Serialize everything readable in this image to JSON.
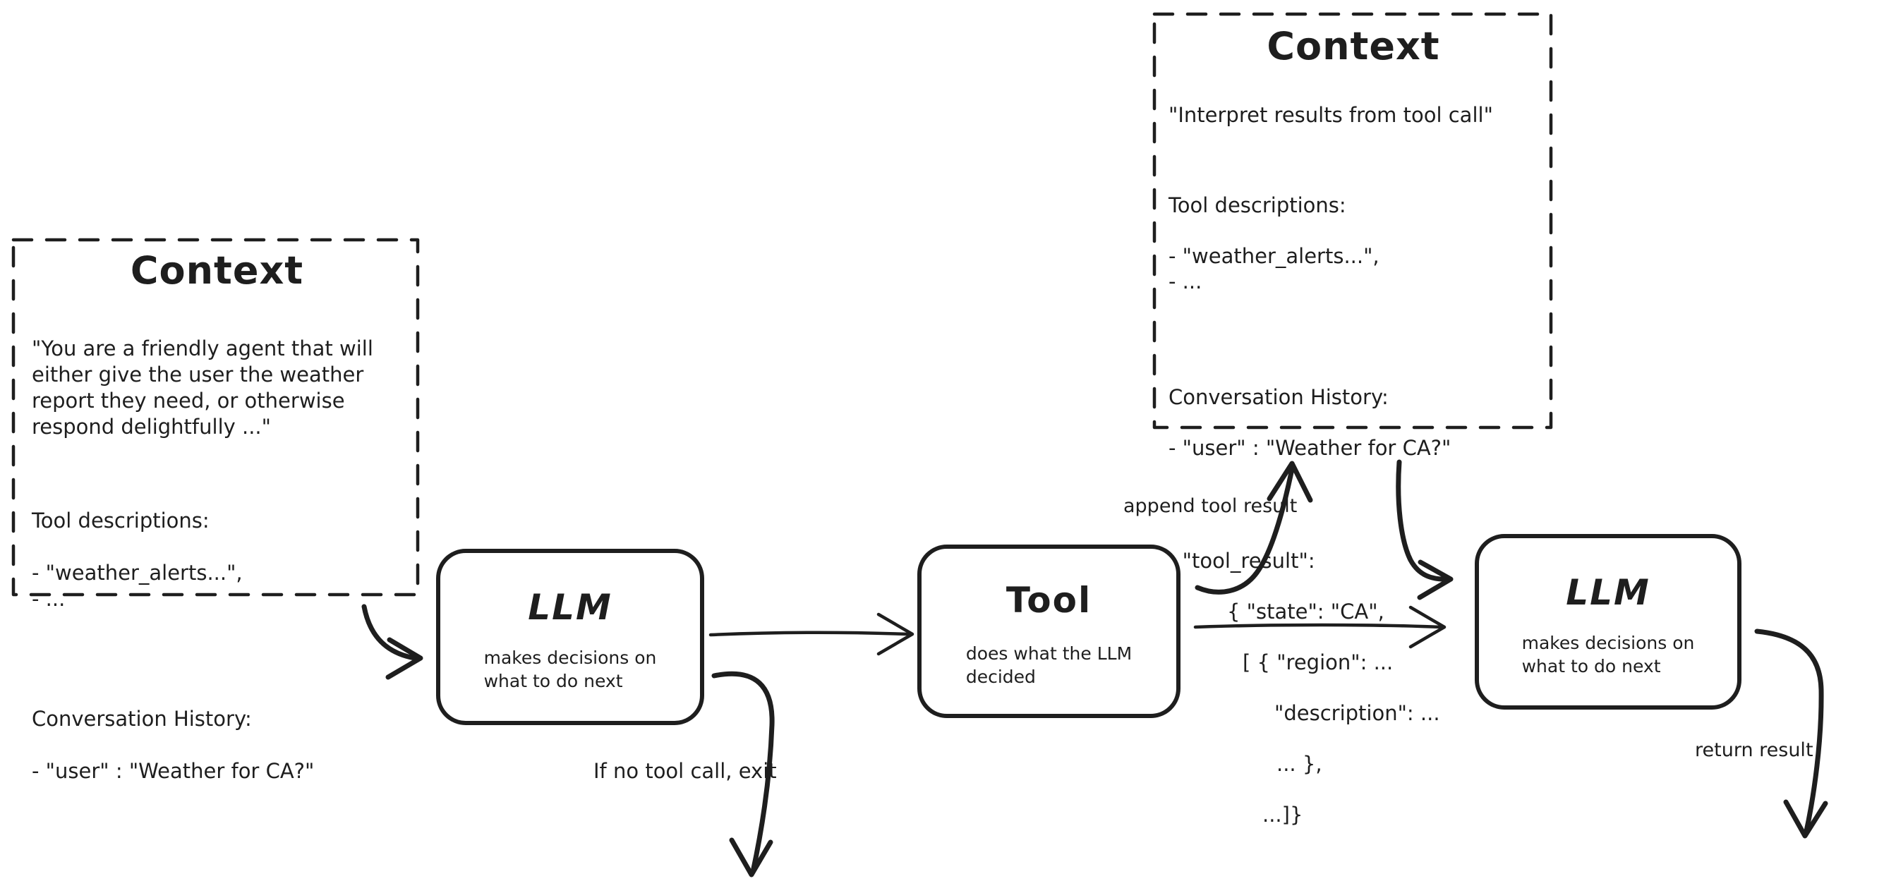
{
  "canvas": {
    "background": "#ffffff",
    "ink": "#1e1e1e"
  },
  "context_left": {
    "title": "Context",
    "system_prompt": "\"You are a friendly agent that will\neither give the user the weather\nreport they need, or otherwise\nrespond delightfully ...\"",
    "tool_desc_heading": "Tool descriptions:",
    "tool_desc_items": [
      "- \"weather_alerts...\",",
      "- ..."
    ],
    "history_heading": "Conversation History:",
    "history_items": [
      "- \"user\" : \"Weather for CA?\""
    ]
  },
  "context_top": {
    "title": "Context",
    "system_prompt": "\"Interpret results from tool call\"",
    "tool_desc_heading": "Tool descriptions:",
    "tool_desc_items": [
      "- \"weather_alerts...\",",
      "- ..."
    ],
    "history_heading": "Conversation History:",
    "history_items": [
      "- \"user\" : \"Weather for CA?\""
    ],
    "tool_result_lines": [
      "- \"tool_result\":",
      "{ \"state\": \"CA\",",
      "[ { \"region\": ...",
      "\"description\": ...",
      "... },",
      "...]}"
    ]
  },
  "nodes": {
    "llm1": {
      "title": "LLM",
      "subtitle": "makes decisions on\nwhat to do next"
    },
    "tool": {
      "title": "Tool",
      "subtitle": "does what the LLM\ndecided"
    },
    "llm2": {
      "title": "LLM",
      "subtitle": "makes decisions on\nwhat to do next"
    }
  },
  "edge_labels": {
    "append_tool_result": "append tool result",
    "if_no_tool_call_exit": "If no tool call, exit",
    "return_result": "return result"
  }
}
